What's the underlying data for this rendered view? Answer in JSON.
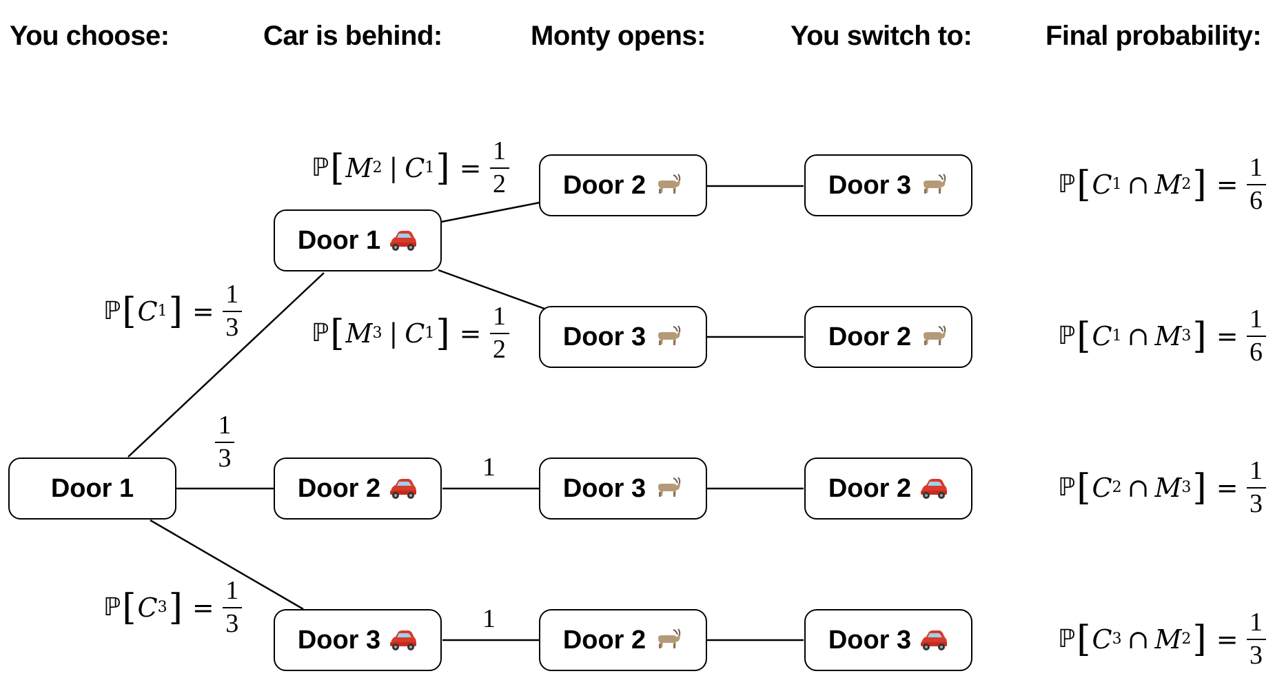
{
  "headers": {
    "you_choose": "You choose:",
    "car_is_behind": "Car is behind:",
    "monty_opens": "Monty opens:",
    "you_switch_to": "You switch to:",
    "final_probability": "Final probability:"
  },
  "nodes": {
    "choose": {
      "label": "Door 1",
      "icon": ""
    },
    "car1": {
      "label": "Door 1",
      "icon": "car-icon"
    },
    "car2": {
      "label": "Door 2",
      "icon": "car-icon"
    },
    "car3": {
      "label": "Door 3",
      "icon": "car-icon"
    },
    "open_a": {
      "label": "Door 2",
      "icon": "goat-icon"
    },
    "open_b": {
      "label": "Door 3",
      "icon": "goat-icon"
    },
    "open_c": {
      "label": "Door 3",
      "icon": "goat-icon"
    },
    "open_d": {
      "label": "Door 2",
      "icon": "goat-icon"
    },
    "switch_a": {
      "label": "Door 3",
      "icon": "goat-icon"
    },
    "switch_b": {
      "label": "Door 2",
      "icon": "goat-icon"
    },
    "switch_c": {
      "label": "Door 2",
      "icon": "car-icon"
    },
    "switch_d": {
      "label": "Door 3",
      "icon": "car-icon"
    }
  },
  "probabilities": {
    "p": "ℙ",
    "c1": {
      "var": "C",
      "sub": "1",
      "num": "1",
      "den": "3"
    },
    "c2": {
      "num": "1",
      "den": "3"
    },
    "c3": {
      "var": "C",
      "sub": "3",
      "num": "1",
      "den": "3"
    },
    "m2_given_c1": {
      "v1": "M",
      "s1": "2",
      "v2": "C",
      "s2": "1",
      "num": "1",
      "den": "2"
    },
    "m3_given_c1": {
      "v1": "M",
      "s1": "3",
      "v2": "C",
      "s2": "1",
      "num": "1",
      "den": "2"
    },
    "m3_given_c2": "1",
    "m2_given_c3": "1"
  },
  "finals": {
    "f1": {
      "v1": "C",
      "s1": "1",
      "v2": "M",
      "s2": "2",
      "num": "1",
      "den": "6"
    },
    "f2": {
      "v1": "C",
      "s1": "1",
      "v2": "M",
      "s2": "3",
      "num": "1",
      "den": "6"
    },
    "f3": {
      "v1": "C",
      "s1": "2",
      "v2": "M",
      "s2": "3",
      "num": "1",
      "den": "3"
    },
    "f4": {
      "v1": "C",
      "s1": "3",
      "v2": "M",
      "s2": "2",
      "num": "1",
      "den": "3"
    }
  },
  "symbols": {
    "eq": "=",
    "bar": "|",
    "cap": "∩",
    "lbr": "[",
    "rbr": "]"
  }
}
